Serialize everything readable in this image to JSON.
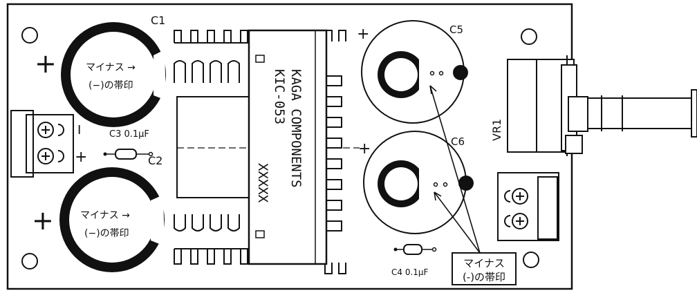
{
  "labels": {
    "c1": "C1",
    "c2": "C2",
    "c3": "C3 0.1μF",
    "c4": "C4  0.1μF",
    "c5": "C5",
    "c6": "C6",
    "vr1": "VR1",
    "terminal_minus": "I",
    "terminal_plus": "+",
    "plus_sign": "+"
  },
  "capacitor_mark": {
    "line1": "マイナス  →",
    "line2": "(−)の帯印"
  },
  "regulator": {
    "line1": "KAGA COMPONENTS",
    "line2": "KIC-053",
    "line3": "XXXXX"
  },
  "callout": {
    "line1": "マイナス",
    "line2": "(-)の帯印"
  },
  "colors": {
    "ink": "#111111",
    "paper": "#ffffff"
  }
}
